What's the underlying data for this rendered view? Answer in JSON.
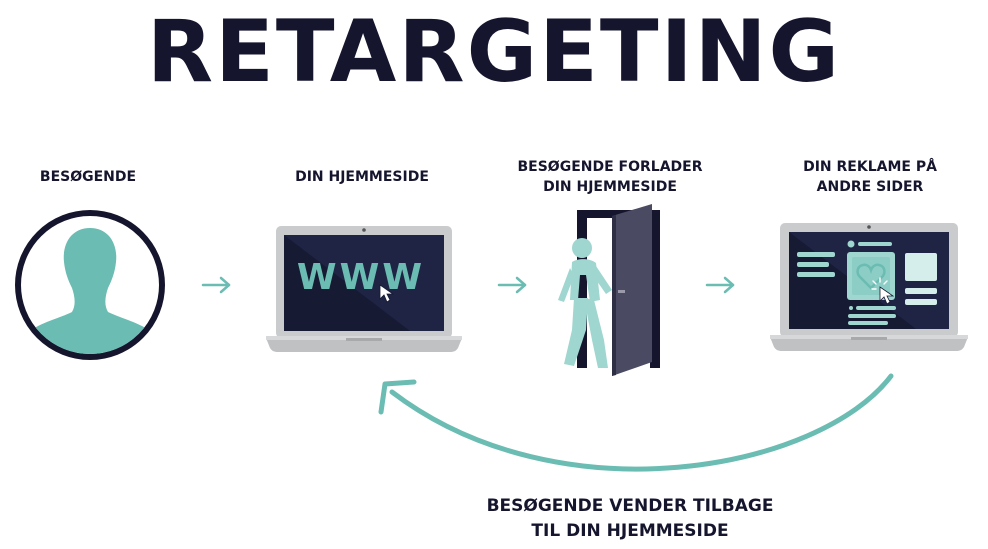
{
  "title": "RETARGETING",
  "steps": [
    {
      "label": "BESØGENDE"
    },
    {
      "label": "DIN HJEMMESIDE"
    },
    {
      "label": "BESØGENDE FORLADER\nDIN HJEMMESIDE"
    },
    {
      "label": "DIN REKLAME PÅ\nANDRE SIDER"
    }
  ],
  "laptop_screen_text": "WWW",
  "return_label_line1": "BESØGENDE VENDER TILBAGE",
  "return_label_line2": "TIL DIN HJEMMESIDE",
  "colors": {
    "navy": "#15152e",
    "teal": "#6bbcb2",
    "light_teal": "#9fd6cf",
    "laptop_silver": "#c9cbcd",
    "screen_dark": "#161a33"
  },
  "icons": [
    "person-silhouette-icon",
    "laptop-icon",
    "walking-person-icon",
    "door-icon",
    "heart-icon",
    "cursor-icon",
    "arrow-right-icon",
    "curved-arrow-icon"
  ]
}
